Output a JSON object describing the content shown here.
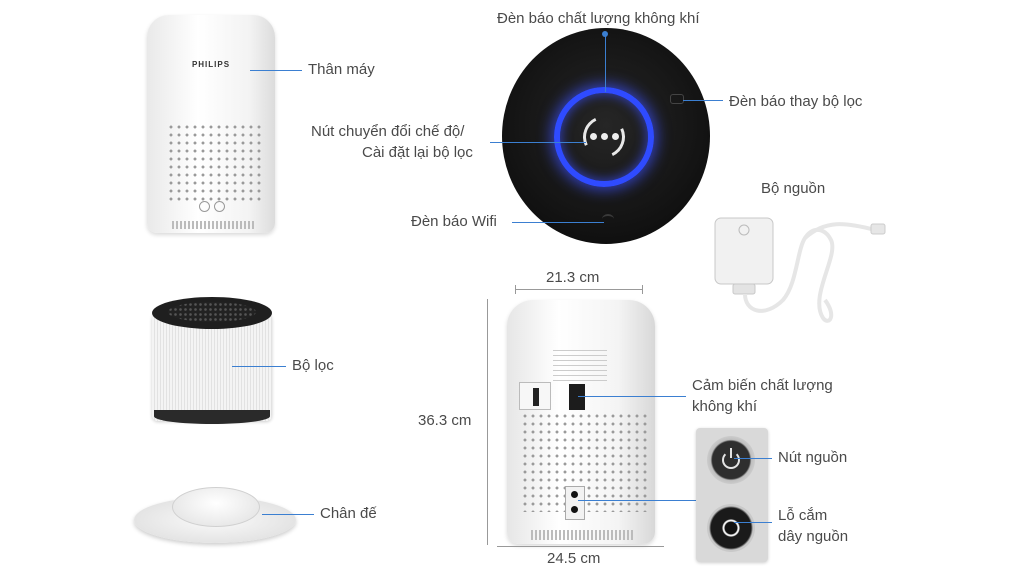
{
  "labels": {
    "body": "Thân máy",
    "filter": "Bộ lọc",
    "base": "Chân đế",
    "air_quality_light": "Đèn báo chất lượng không khí",
    "filter_change_light": "Đèn báo thay bộ lọc",
    "mode_button_line1": "Nút chuyển đổi chế độ/",
    "mode_button_line2": "Cài đặt lại bộ lọc",
    "wifi_light": "Đèn báo Wifi",
    "power_adapter": "Bộ nguồn",
    "sensor_line1": "Cảm biến chất lượng",
    "sensor_line2": "không khí",
    "power_button": "Nút nguồn",
    "power_socket_line1": "Lỗ cắm",
    "power_socket_line2": "dây nguồn"
  },
  "dimensions": {
    "top_width": "21.3 cm",
    "height": "36.3 cm",
    "bottom_width": "24.5 cm"
  },
  "brand": "PHILIPS",
  "colors": {
    "accent": "#3b7fd1",
    "ring": "#2f4bff"
  }
}
